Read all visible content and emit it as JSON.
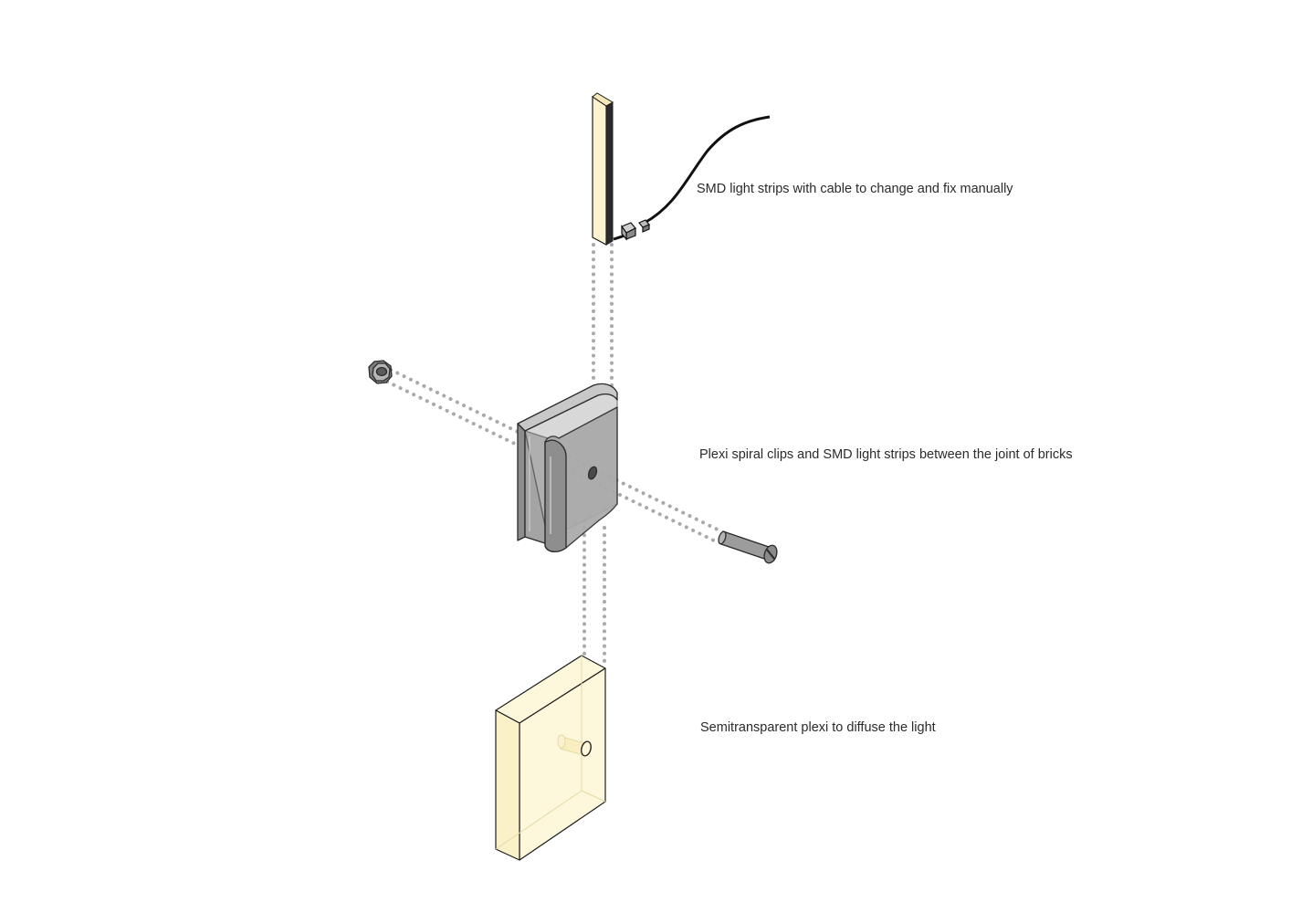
{
  "labels": {
    "led_strip": "SMD light strips with cable to change and fix manually",
    "clip": "Plexi spiral clips and SMD light strips between the joint of bricks",
    "diffuser": "Semitransparent plexi to diffuse the light"
  },
  "colors": {
    "background": "#ffffff",
    "led_glow": "#fbf3cf",
    "diffuser_fill": "#fdf8dc",
    "clip_grey": "#9a9a9a",
    "dotted_guide": "#a9a9a9",
    "outline": "#1e1e1e"
  },
  "parts": [
    {
      "name": "led-strip",
      "icon": "light-strip-icon"
    },
    {
      "name": "cable",
      "icon": "cable-icon"
    },
    {
      "name": "nut",
      "icon": "hex-nut-icon"
    },
    {
      "name": "spiral-clip",
      "icon": "plexi-clip-icon"
    },
    {
      "name": "bolt",
      "icon": "bolt-icon"
    },
    {
      "name": "diffuser",
      "icon": "plexi-block-icon"
    }
  ]
}
